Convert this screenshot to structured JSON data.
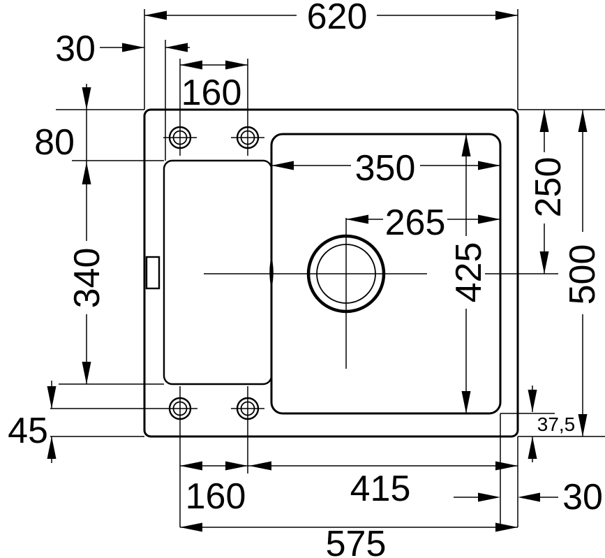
{
  "drawing": {
    "kind": "sink-installation-dimension-drawing",
    "labels": {
      "width_overall": "620",
      "rim_left": "30",
      "hole_spacing_top": "160",
      "top_edge_to_recess": "80",
      "recess_height": "340",
      "hole_to_bottom_edge": "45",
      "basin_width": "350",
      "drain_to_basin_right": "265",
      "basin_height": "425",
      "top_edge_to_drain": "250",
      "height_overall": "500",
      "basin_to_bottom_edge": "37,5",
      "hole_spacing_bottom": "160",
      "hole_to_right_edge": "415",
      "rim_right": "30",
      "bottom_span": "575"
    }
  }
}
